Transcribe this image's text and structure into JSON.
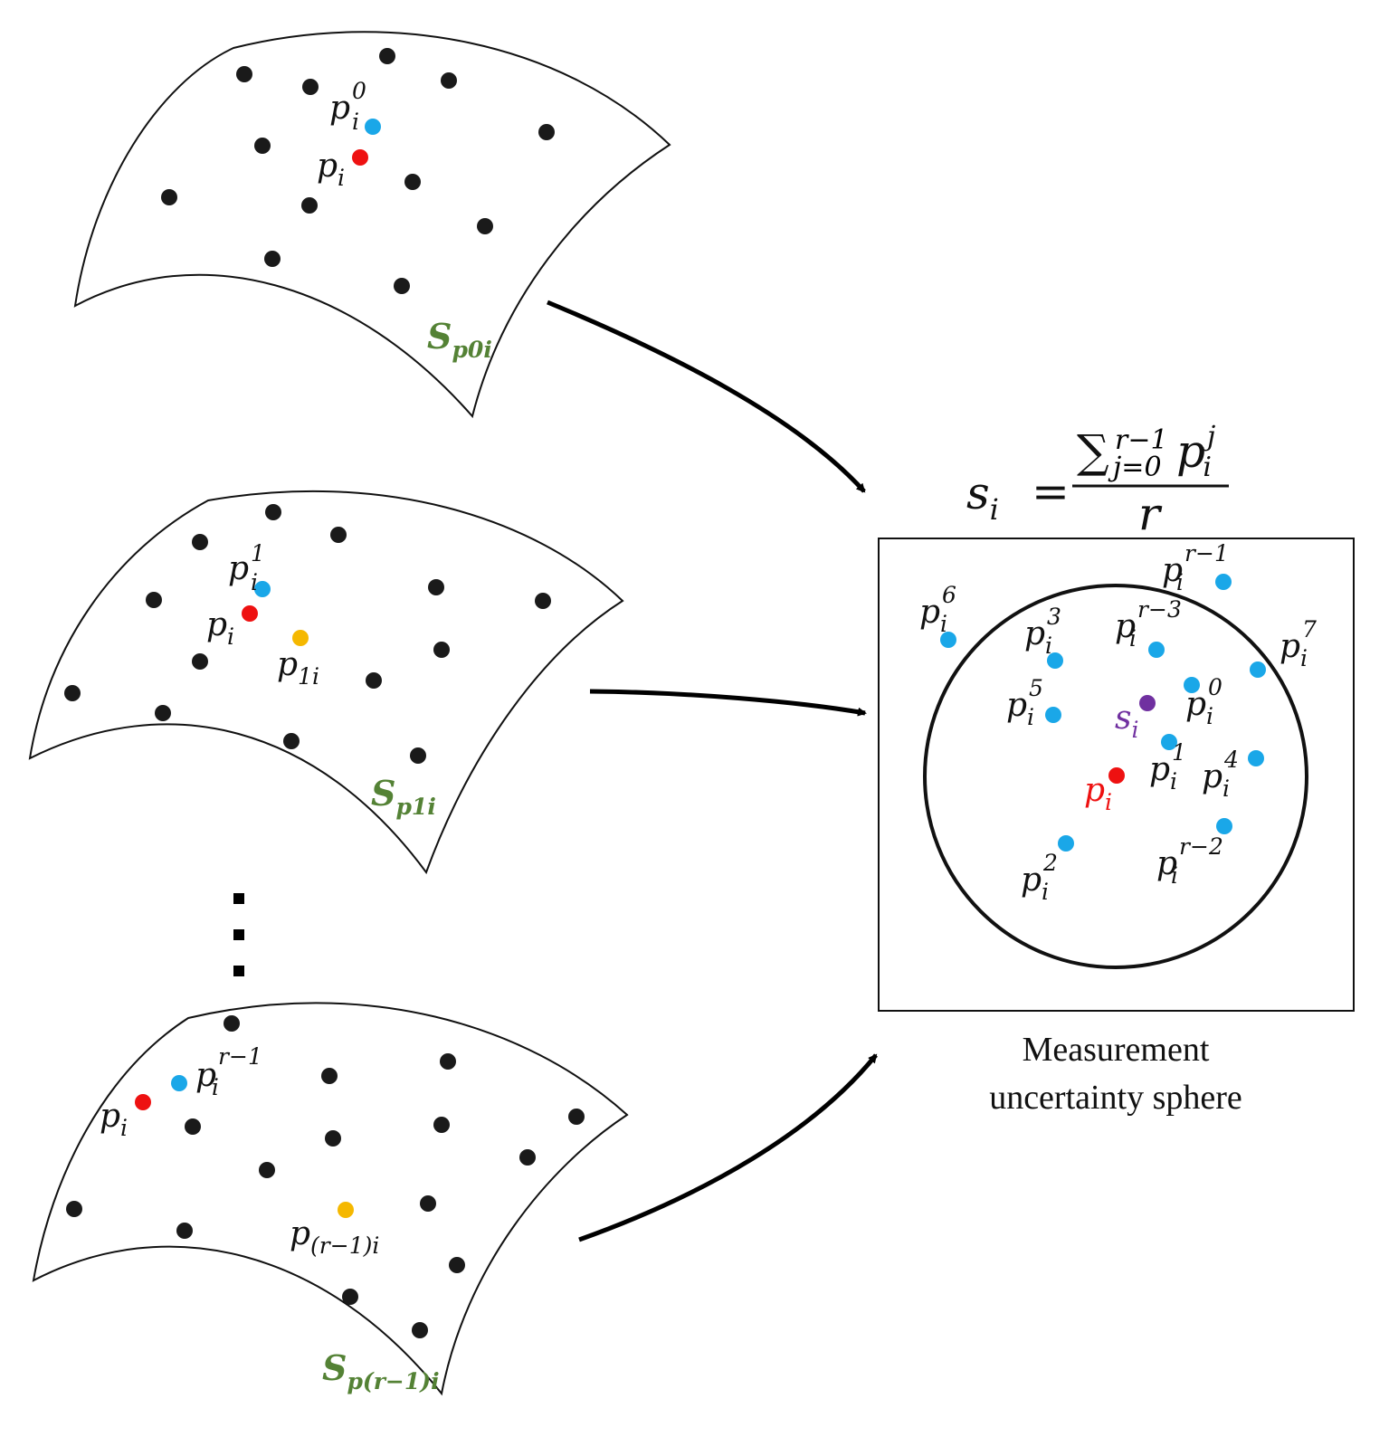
{
  "colors": {
    "point": "#1a1a1a",
    "pi": "#ee1111",
    "sample": "#1aa7e8",
    "nearest": "#f5b800",
    "si": "#7030a0",
    "surface_label": "#548235"
  },
  "surfaces": [
    {
      "name_base": "S",
      "name_sub": "p0i"
    },
    {
      "name_base": "S",
      "name_sub": "p1i"
    },
    {
      "name_base": "S",
      "name_sub": "p(r−1)i"
    }
  ],
  "labels": {
    "p_base": "p",
    "sub_i": "i",
    "pi_0_sup": "0",
    "pi_1_sup": "1",
    "pi_r1_sup": "r−1",
    "p1i_sub": "1i",
    "pr1i_sub": "(r−1)i"
  },
  "sphere": {
    "points": [
      {
        "sup": "r−1"
      },
      {
        "sup": "6"
      },
      {
        "sup": "3"
      },
      {
        "sup": "r−3"
      },
      {
        "sup": "7"
      },
      {
        "sup": "5"
      },
      {
        "sup": "0"
      },
      {
        "sup": "1"
      },
      {
        "sup": "4"
      },
      {
        "sup": "2"
      },
      {
        "sup": "r−2"
      }
    ],
    "si_base": "s",
    "si_sub": "i"
  },
  "formula": {
    "lhs_base": "s",
    "lhs_sub": "i",
    "equals": "=",
    "sum_symbol": "∑",
    "sum_upper": "r−1",
    "sum_lower": "j=0",
    "term_base": "p",
    "term_sub": "i",
    "term_sup": "j",
    "denominator": "r"
  },
  "caption": {
    "line1": "Measurement",
    "line2": "uncertainty sphere"
  },
  "ellipsis": "⋮"
}
